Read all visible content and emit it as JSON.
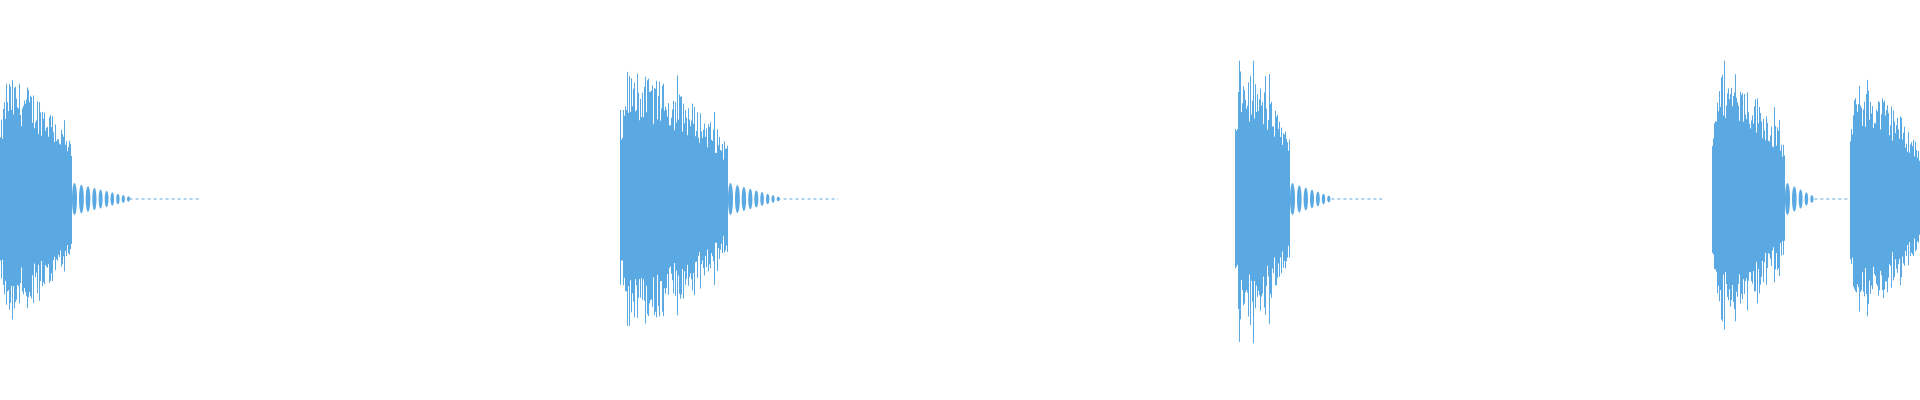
{
  "waveform": {
    "color": "#5aa9e2",
    "background": "#ffffff",
    "bursts": [
      {
        "amplitude": 0.95,
        "decay": "slow-tail"
      },
      {
        "amplitude": 0.98,
        "decay": "slow-tail"
      },
      {
        "amplitude": 1.0,
        "decay": "short-tail"
      },
      {
        "amplitude": 1.0,
        "decay": "short-tail"
      },
      {
        "amplitude": 0.9,
        "decay": "truncated"
      }
    ]
  }
}
